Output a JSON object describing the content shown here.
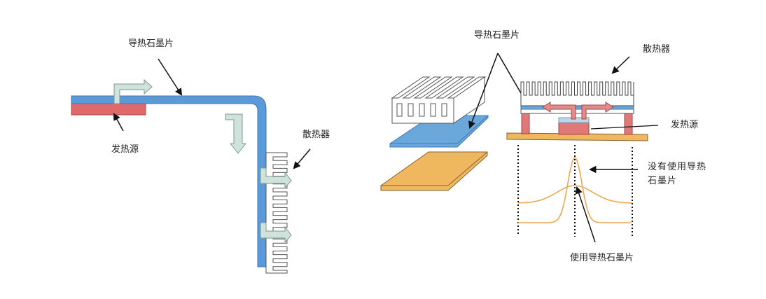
{
  "colors": {
    "graphite": "#5a9ad8",
    "graphite_edge": "#3d78b4",
    "heat_source": "#e0696a",
    "heat_source_light": "#e48a8a",
    "heat_flow_arrow": "#cfe2dc",
    "heat_flow_edge": "#7a9a90",
    "pcb": "#f0b85e",
    "pcb_edge": "#b08040",
    "curve": "#f0a850",
    "heatsink_fill": "#ffffff",
    "heatsink_edge": "#555555",
    "thermal_pad": "#bcd6ea",
    "leader": "#111111",
    "text": "#222222"
  },
  "left_diagram": {
    "labels": {
      "graphite_sheet": "导热石墨片",
      "heat_source": "发热源",
      "heat_sink": "散热器"
    }
  },
  "right_diagram": {
    "labels": {
      "graphite_sheet": "导热石墨片",
      "heat_sink": "散热器",
      "heat_source": "发热源",
      "without_graphite": "没有使用导热石墨片",
      "with_graphite": "使用导热石墨片"
    },
    "temperature_profile": {
      "description": "Temperature distribution across the board",
      "series": [
        {
          "name": "没有使用导热石墨片",
          "shape": "sharp peak",
          "peak_relative": 1.0,
          "edge_relative": 0.0
        },
        {
          "name": "使用导热石墨片",
          "shape": "broad, flat",
          "peak_relative": 0.55,
          "edge_relative": 0.3
        }
      ]
    }
  }
}
